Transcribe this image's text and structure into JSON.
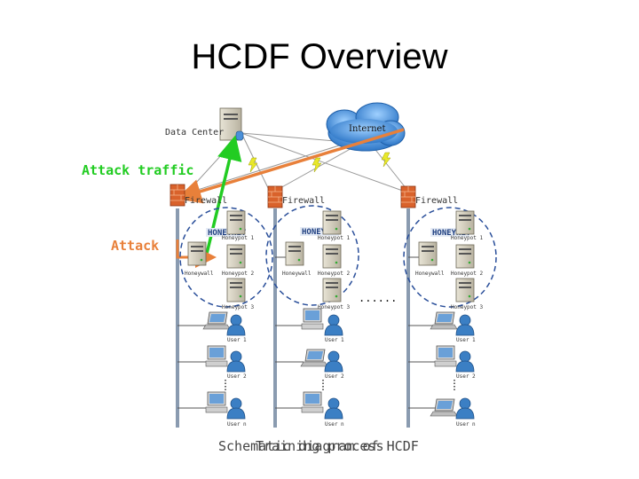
{
  "slide": {
    "title": "HCDF Overview"
  },
  "labels": {
    "data_center": "Data Center",
    "internet": "Internet",
    "attack_traffic": "Attack traffic",
    "attack": "Attack",
    "firewall": "Firewall",
    "honeynet": "HONEYNET",
    "honeywall": "Honeywall",
    "honeypot_1": "Honeypot 1",
    "honeypot_2": "Honeypot 2",
    "honeypot_3": "Honeypot 3",
    "user_1": "User 1",
    "user_2": "User 2",
    "user_n": "User n",
    "ellipsis": "......"
  },
  "caption": {
    "text_a": "Schematic diagram of HCDF",
    "text_b": "Training process"
  },
  "colors": {
    "attack_traffic": "#22cc22",
    "attack": "#e8803a",
    "honeynet_circle": "#2a4f9a",
    "firewall": "#d9622b",
    "cloud": "#4a90d9"
  },
  "icons": [
    "server-icon",
    "cloud-icon",
    "firewall-icon",
    "desktop-icon",
    "laptop-icon",
    "user-icon",
    "lightning-icon"
  ]
}
